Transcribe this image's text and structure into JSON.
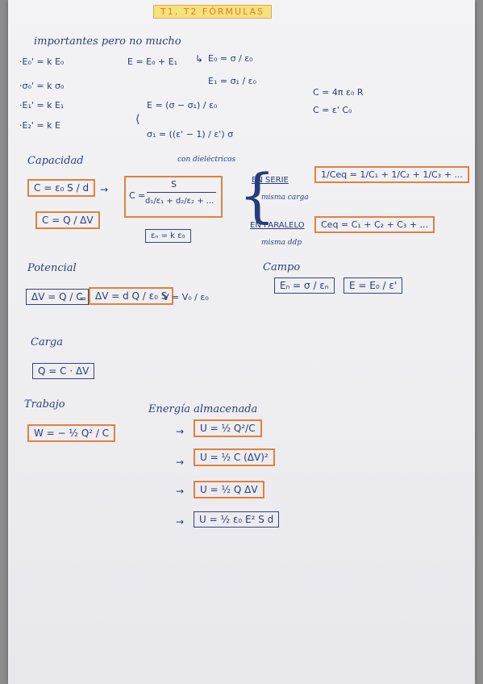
{
  "title": "T1, T2 FÓRMULAS",
  "importantes": {
    "heading": "importantes pero no mucho",
    "items": [
      "·E₀' = k E₀",
      "·σ₀' = k σ₀",
      "·E₁' = k E₁",
      "·E₂' = k E"
    ],
    "center": "E = E₀ + E₁",
    "branch_top": "E₀ = σ / ε₀",
    "branch_bottom": "E₁ = σ₁ / ε₀",
    "left_top": "E = (σ − σ₁) / ε₀",
    "left_bottom": "σ₁ = ((ε' − 1) / ε') σ",
    "right1": "C = 4π ε₀ R",
    "right2": "C = ε' C₀"
  },
  "capacidad": {
    "heading": "Capacidad",
    "note": "con dieléctricos",
    "formula1": "C = ε₀ S / d",
    "arrow": "→",
    "formula2_top": "S",
    "formula2_bottom": "d₁/ε₁ + d₂/ε₂ + ...",
    "formula2_prefix": "C =",
    "formula3": "C = Q / ΔV",
    "em_box": "εₙ = k ε₀",
    "serie_label": "EN SERIE",
    "serie_formula": "1/Ceq = 1/C₁ + 1/C₂ + 1/C₃ + ...",
    "serie_note": "misma carga",
    "paralelo_label": "EN PARALELO",
    "paralelo_formula": "Ceq = C₁ + C₂ + C₃ + ...",
    "paralelo_note": "misma ddp"
  },
  "potencial": {
    "heading": "Potencial",
    "f1": "ΔV = Q / C",
    "eq": "=",
    "f2": "ΔV = d Q / ε₀ S",
    "f3": "V = V₀ / ε₀"
  },
  "campo": {
    "heading": "Campo",
    "f1": "Eₙ = σ / εₙ",
    "f2": "E = E₀ / ε'"
  },
  "carga": {
    "heading": "Carga",
    "f1": "Q = C · ΔV"
  },
  "trabajo": {
    "heading": "Trabajo",
    "f1": "W = − ½ Q² / C"
  },
  "energia": {
    "heading": "Energía almacenada",
    "items": [
      "U = ½ Q²/C",
      "U = ½ C (ΔV)²",
      "U = ½ Q ΔV",
      "U = ½ ε₀ E² S d"
    ],
    "arrow": "→"
  },
  "colors": {
    "orange": "#e2813c",
    "ink": "#263c7c",
    "highlight": "#f6e27a"
  }
}
